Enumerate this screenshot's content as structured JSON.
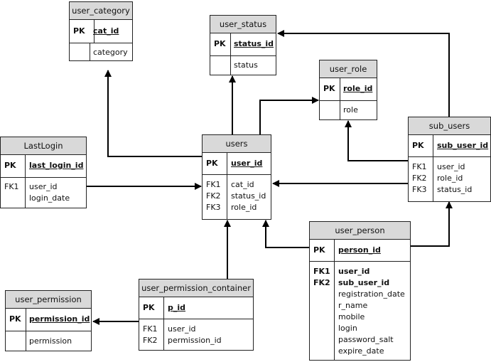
{
  "entities": {
    "user_category": {
      "title": "user_category",
      "pk": {
        "key": "PK",
        "field": "cat_id"
      },
      "fields": [
        {
          "key": "",
          "field": "category"
        }
      ]
    },
    "user_status": {
      "title": "user_status",
      "pk": {
        "key": "PK",
        "field": "status_id"
      },
      "fields": [
        {
          "key": "",
          "field": "status"
        }
      ]
    },
    "user_role": {
      "title": "user_role",
      "pk": {
        "key": "PK",
        "field": "role_id"
      },
      "fields": [
        {
          "key": "",
          "field": "role"
        }
      ]
    },
    "lastlogin": {
      "title": "LastLogin",
      "pk": {
        "key": "PK",
        "field": "last_login_id"
      },
      "fields": [
        {
          "key": "FK1",
          "field": "user_id"
        },
        {
          "key": "",
          "field": "login_date"
        }
      ]
    },
    "users": {
      "title": "users",
      "pk": {
        "key": "PK",
        "field": "user_id"
      },
      "fields": [
        {
          "key": "FK1",
          "field": "cat_id"
        },
        {
          "key": "FK2",
          "field": "status_id"
        },
        {
          "key": "FK3",
          "field": "role_id"
        }
      ]
    },
    "sub_users": {
      "title": "sub_users",
      "pk": {
        "key": "PK",
        "field": "sub_user_id"
      },
      "fields": [
        {
          "key": "FK1",
          "field": "user_id"
        },
        {
          "key": "FK2",
          "field": "role_id"
        },
        {
          "key": "FK3",
          "field": "status_id"
        }
      ]
    },
    "user_person": {
      "title": "user_person",
      "pk": {
        "key": "PK",
        "field": "person_id"
      },
      "fields": [
        {
          "key": "FK1",
          "field": "user_id"
        },
        {
          "key": "FK2",
          "field": "sub_user_id"
        },
        {
          "key": "",
          "field": "registration_date"
        },
        {
          "key": "",
          "field": "r_name"
        },
        {
          "key": "",
          "field": "mobile"
        },
        {
          "key": "",
          "field": "login"
        },
        {
          "key": "",
          "field": "password_salt"
        },
        {
          "key": "",
          "field": "expire_date"
        }
      ]
    },
    "user_permission": {
      "title": "user_permission",
      "pk": {
        "key": "PK",
        "field": "permission_id"
      },
      "fields": [
        {
          "key": "",
          "field": "permission"
        }
      ]
    },
    "user_permission_container": {
      "title": "user_permission_container",
      "pk": {
        "key": "PK",
        "field": "p_id"
      },
      "fields": [
        {
          "key": "FK1",
          "field": "user_id"
        },
        {
          "key": "FK2",
          "field": "permission_id"
        }
      ]
    }
  },
  "relationships": [
    {
      "from": "users",
      "to": "user_category"
    },
    {
      "from": "users",
      "to": "user_status"
    },
    {
      "from": "users",
      "to": "user_role"
    },
    {
      "from": "lastlogin",
      "to": "users"
    },
    {
      "from": "sub_users",
      "to": "users"
    },
    {
      "from": "sub_users",
      "to": "user_status"
    },
    {
      "from": "sub_users",
      "to": "user_role"
    },
    {
      "from": "user_person",
      "to": "users"
    },
    {
      "from": "user_person",
      "to": "sub_users"
    },
    {
      "from": "user_permission_container",
      "to": "users"
    },
    {
      "from": "user_permission_container",
      "to": "user_permission"
    }
  ]
}
